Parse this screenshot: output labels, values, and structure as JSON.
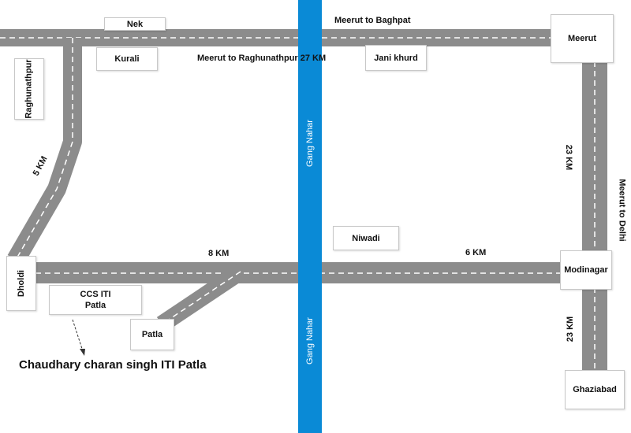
{
  "colors": {
    "road": "#8c8c8c",
    "road_marking": "#ffffff",
    "canal": "#0a8ad6",
    "background": "#ffffff",
    "text": "#111111"
  },
  "places": {
    "nek": "Nek",
    "kurali": "Kurali",
    "raghunathpur": "Raghunathpur",
    "jani_khurd": "Jani khurd",
    "meerut": "Meerut",
    "niwadi": "Niwadi",
    "dholdi": "Dholdi",
    "ccs_iti_line1": "CCS ITI",
    "ccs_iti_line2": "Patla",
    "patla": "Patla",
    "modinagar": "Modinagar",
    "ghaziabad": "Ghaziabad"
  },
  "roads": {
    "meerut_baghpat": "Meerut to Baghpat",
    "meerut_raghunathpur": "Meerut to Raghunathpur 27 KM",
    "meerut_delhi": "Meerut to Delhi"
  },
  "distances": {
    "raghunathpur_dholdi": "5 KM",
    "dholdi_canal": "8 KM",
    "canal_modinagar": "6 KM",
    "meerut_modinagar": "23 KM",
    "modinagar_ghaziabad": "23 KM"
  },
  "canal": {
    "upper": "Gang Nahar",
    "lower": "Gang Nahar"
  },
  "caption": "Chaudhary charan singh ITI Patla"
}
